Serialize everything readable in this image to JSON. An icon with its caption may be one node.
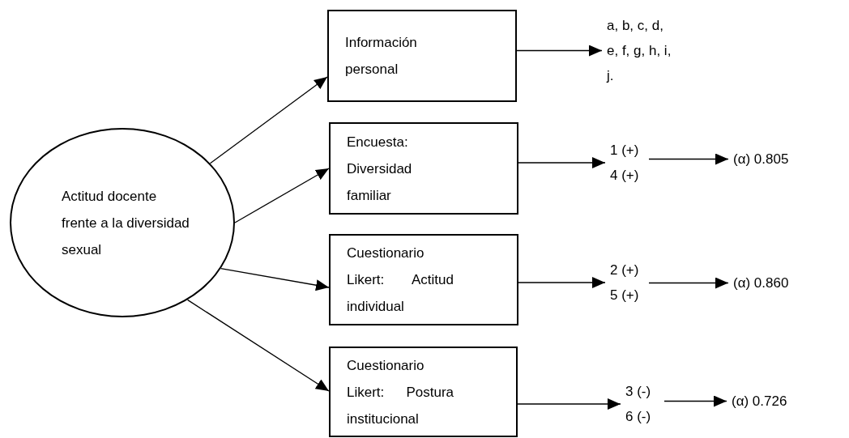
{
  "diagram": {
    "nodes": [
      {
        "text": [
          "Actitud docente frente a la diversidad sexual"
        ]
      },
      {
        "text": [
          "Información personal"
        ]
      },
      {
        "text": [
          "Encuesta: Diversidad familiar"
        ]
      },
      {
        "text": [
          "Cuestionario Likert: Actitud individual"
        ]
      },
      {
        "text": [
          "Cuestionario Likert: Postura institucional"
        ]
      },
      {
        "text": [
          "a, b, c, d, e, f, g, h, i, j."
        ]
      },
      {
        "text": [
          "1 (+) 4 (+)"
        ]
      },
      {
        "text": [
          "(α) 0.805"
        ]
      },
      {
        "text": [
          "2 (+) 5 (+)"
        ]
      },
      {
        "text": [
          "(α) 0.860"
        ]
      },
      {
        "text": [
          "3 (-) 6 (-)"
        ]
      },
      {
        "text": [
          "(α) 0.726"
        ]
      }
    ],
    "edges": [
      {
        "from": 0,
        "to": 1,
        "arrow": "to"
      },
      {
        "from": 0,
        "to": 2,
        "arrow": "to"
      },
      {
        "from": 0,
        "to": 3,
        "arrow": "to"
      },
      {
        "from": 0,
        "to": 4,
        "arrow": "to"
      },
      {
        "from": 1,
        "to": 5,
        "arrow": "to"
      },
      {
        "from": 2,
        "to": 6,
        "arrow": "to"
      },
      {
        "from": 6,
        "to": 7,
        "arrow": "to"
      },
      {
        "from": 3,
        "to": 8,
        "arrow": "to"
      },
      {
        "from": 8,
        "to": 9,
        "arrow": "to"
      },
      {
        "from": 4,
        "to": 10,
        "arrow": "to"
      },
      {
        "from": 10,
        "to": 11,
        "arrow": "to"
      }
    ]
  }
}
